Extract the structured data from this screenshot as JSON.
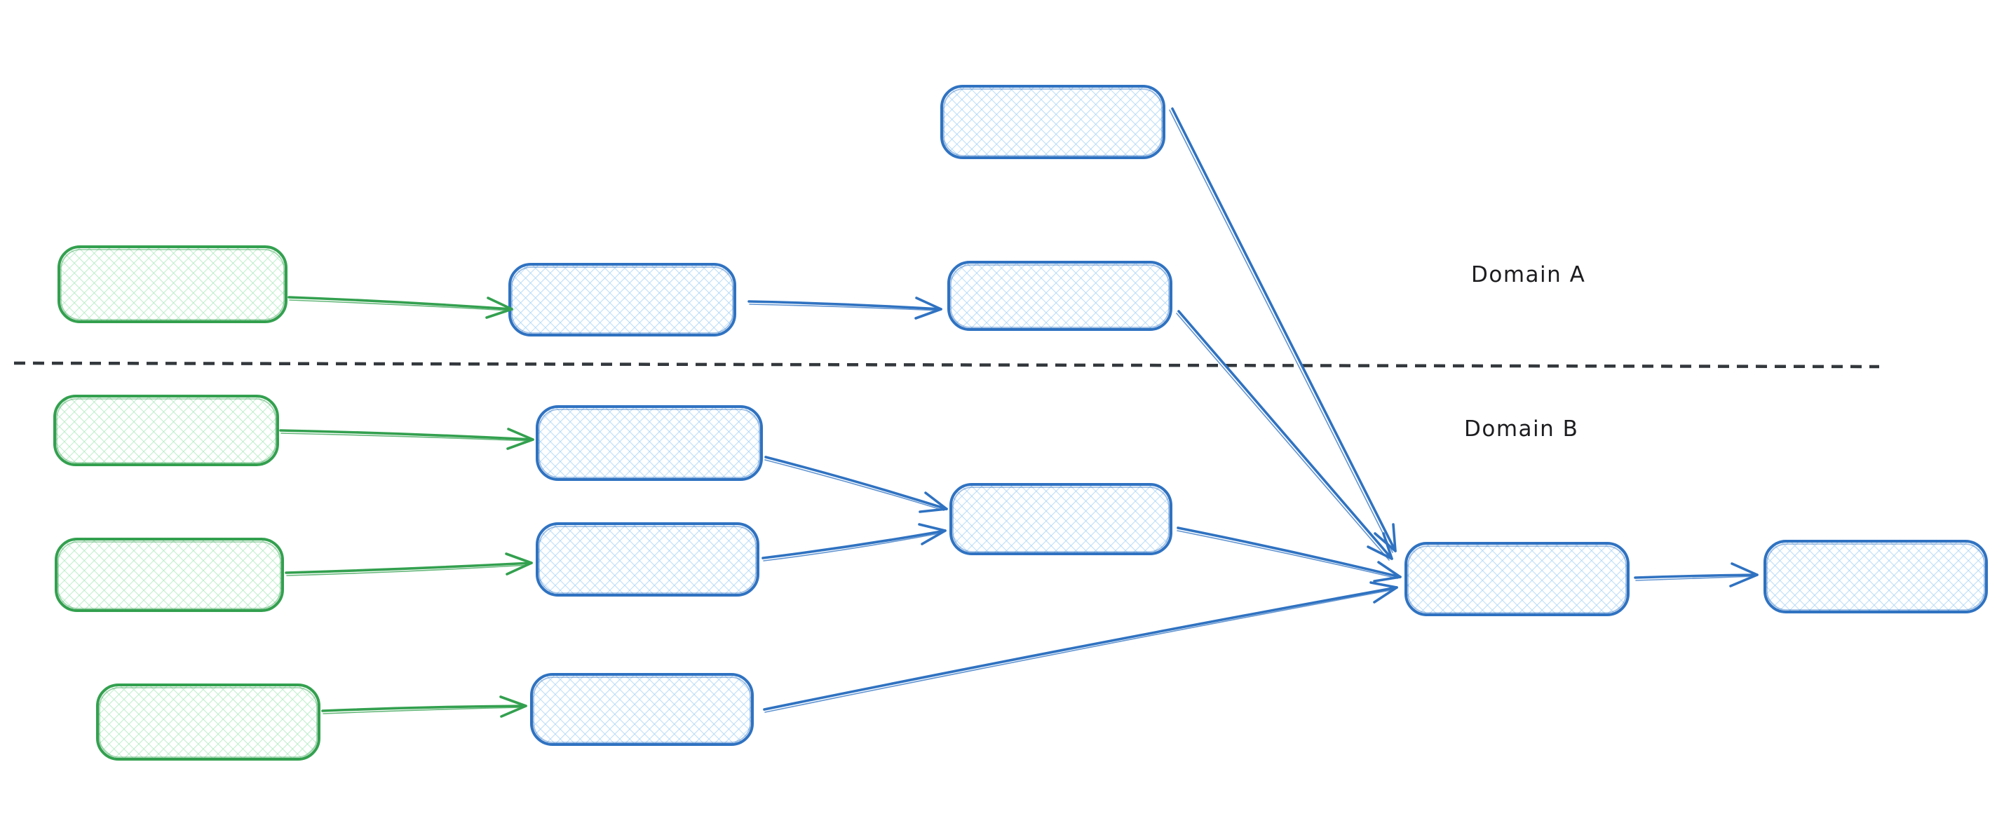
{
  "labels": {
    "domain_a": "Domain A",
    "domain_b": "Domain B"
  },
  "colors": {
    "background": "#ffffff",
    "blue-stroke": "#2f72c1",
    "blue-fill": "#a8d4f7",
    "green-stroke": "#33a04f",
    "green-fill": "#aeeabe",
    "divider": "#33383d",
    "label-text": "#1d1d20"
  },
  "diagram": {
    "divider": {
      "style": "dashed",
      "separates": [
        "Domain A",
        "Domain B"
      ]
    },
    "nodes": [
      {
        "id": "a-top",
        "domain": "Domain A",
        "style": "blue",
        "text": ""
      },
      {
        "id": "a-source",
        "domain": "Domain A",
        "style": "green",
        "text": ""
      },
      {
        "id": "a-stage1",
        "domain": "Domain A",
        "style": "blue",
        "text": ""
      },
      {
        "id": "a-stage2",
        "domain": "Domain A",
        "style": "blue",
        "text": ""
      },
      {
        "id": "b-source1",
        "domain": "Domain B",
        "style": "green",
        "text": ""
      },
      {
        "id": "b-stage1",
        "domain": "Domain B",
        "style": "blue",
        "text": ""
      },
      {
        "id": "b-source2",
        "domain": "Domain B",
        "style": "green",
        "text": ""
      },
      {
        "id": "b-stage2",
        "domain": "Domain B",
        "style": "blue",
        "text": ""
      },
      {
        "id": "b-mid",
        "domain": "Domain B",
        "style": "blue",
        "text": ""
      },
      {
        "id": "b-source3",
        "domain": "Domain B",
        "style": "green",
        "text": ""
      },
      {
        "id": "b-stage3",
        "domain": "Domain B",
        "style": "blue",
        "text": ""
      },
      {
        "id": "merge",
        "domain": "Domain B",
        "style": "blue",
        "text": ""
      },
      {
        "id": "final",
        "domain": "Domain B",
        "style": "blue",
        "text": ""
      }
    ],
    "edges": [
      {
        "from": "a-source",
        "to": "a-stage1",
        "color": "green"
      },
      {
        "from": "a-stage1",
        "to": "a-stage2",
        "color": "blue"
      },
      {
        "from": "a-top",
        "to": "merge",
        "color": "blue"
      },
      {
        "from": "a-stage2",
        "to": "merge",
        "color": "blue"
      },
      {
        "from": "b-source1",
        "to": "b-stage1",
        "color": "green"
      },
      {
        "from": "b-source2",
        "to": "b-stage2",
        "color": "green"
      },
      {
        "from": "b-source3",
        "to": "b-stage3",
        "color": "green"
      },
      {
        "from": "b-stage1",
        "to": "b-mid",
        "color": "blue"
      },
      {
        "from": "b-stage2",
        "to": "b-mid",
        "color": "blue"
      },
      {
        "from": "b-mid",
        "to": "merge",
        "color": "blue"
      },
      {
        "from": "b-stage3",
        "to": "merge",
        "color": "blue"
      },
      {
        "from": "merge",
        "to": "final",
        "color": "blue"
      }
    ]
  }
}
